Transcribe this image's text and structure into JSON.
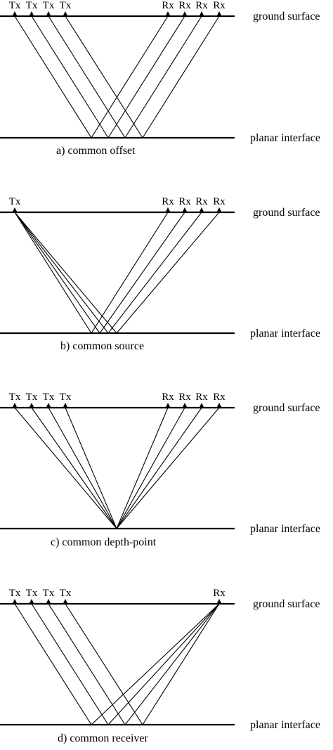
{
  "panels": [
    {
      "caption": "a) common offset",
      "surface_label": "ground surface",
      "interface_label": "planar interface",
      "transmitters": [
        "Tx",
        "Tx",
        "Tx",
        "Tx"
      ],
      "receivers": [
        "Rx",
        "Rx",
        "Rx",
        "Rx"
      ],
      "geometry": "common-offset"
    },
    {
      "caption": "b) common source",
      "surface_label": "ground surface",
      "interface_label": "planar interface",
      "transmitters": [
        "Tx"
      ],
      "receivers": [
        "Rx",
        "Rx",
        "Rx",
        "Rx"
      ],
      "geometry": "common-source"
    },
    {
      "caption": "c) common depth-point",
      "surface_label": "ground surface",
      "interface_label": "planar interface",
      "transmitters": [
        "Tx",
        "Tx",
        "Tx",
        "Tx"
      ],
      "receivers": [
        "Rx",
        "Rx",
        "Rx",
        "Rx"
      ],
      "geometry": "common-depth-point"
    },
    {
      "caption": "d) common receiver",
      "surface_label": "ground surface",
      "interface_label": "planar interface",
      "transmitters": [
        "Tx",
        "Tx",
        "Tx",
        "Tx"
      ],
      "receivers": [
        "Rx"
      ],
      "geometry": "common-receiver"
    }
  ]
}
